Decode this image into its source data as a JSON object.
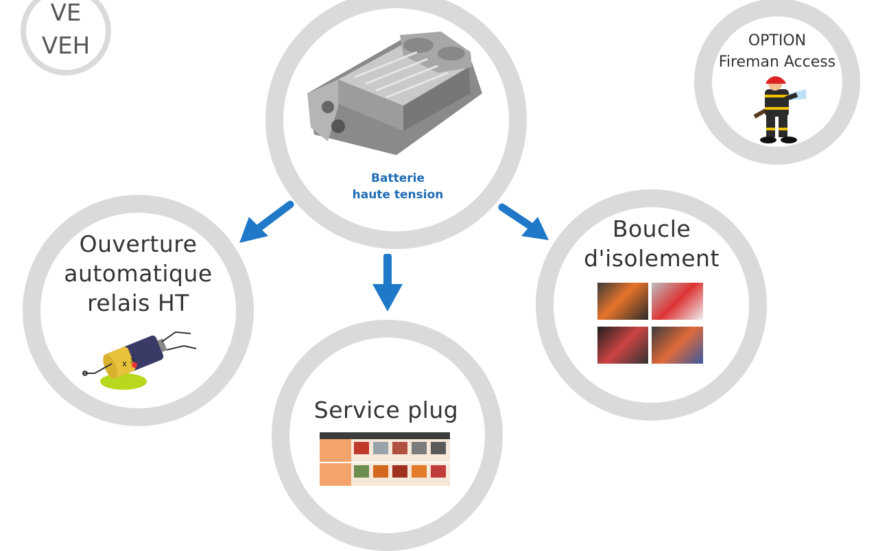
{
  "top_left": {
    "line1": "VE",
    "line2": "VEH"
  },
  "center": {
    "line1": "Batterie",
    "line2": "haute tension"
  },
  "option": {
    "line1": "OPTION",
    "line2": "Fireman Access"
  },
  "relais": {
    "line1": "Ouverture",
    "line2": "automatique",
    "line3": "relais HT"
  },
  "boucle": {
    "line1": "Boucle",
    "line2": "d'isolement"
  },
  "service": {
    "title": "Service plug"
  },
  "colors": {
    "ring": "#dadada",
    "arrow": "#1f78c8",
    "label_blue": "#1f6cb5"
  },
  "icons": [
    "battery-pack-image",
    "firefighter-icon",
    "dead-battery-icon",
    "arrow-down-left-icon",
    "arrow-down-icon",
    "arrow-down-right-icon"
  ]
}
